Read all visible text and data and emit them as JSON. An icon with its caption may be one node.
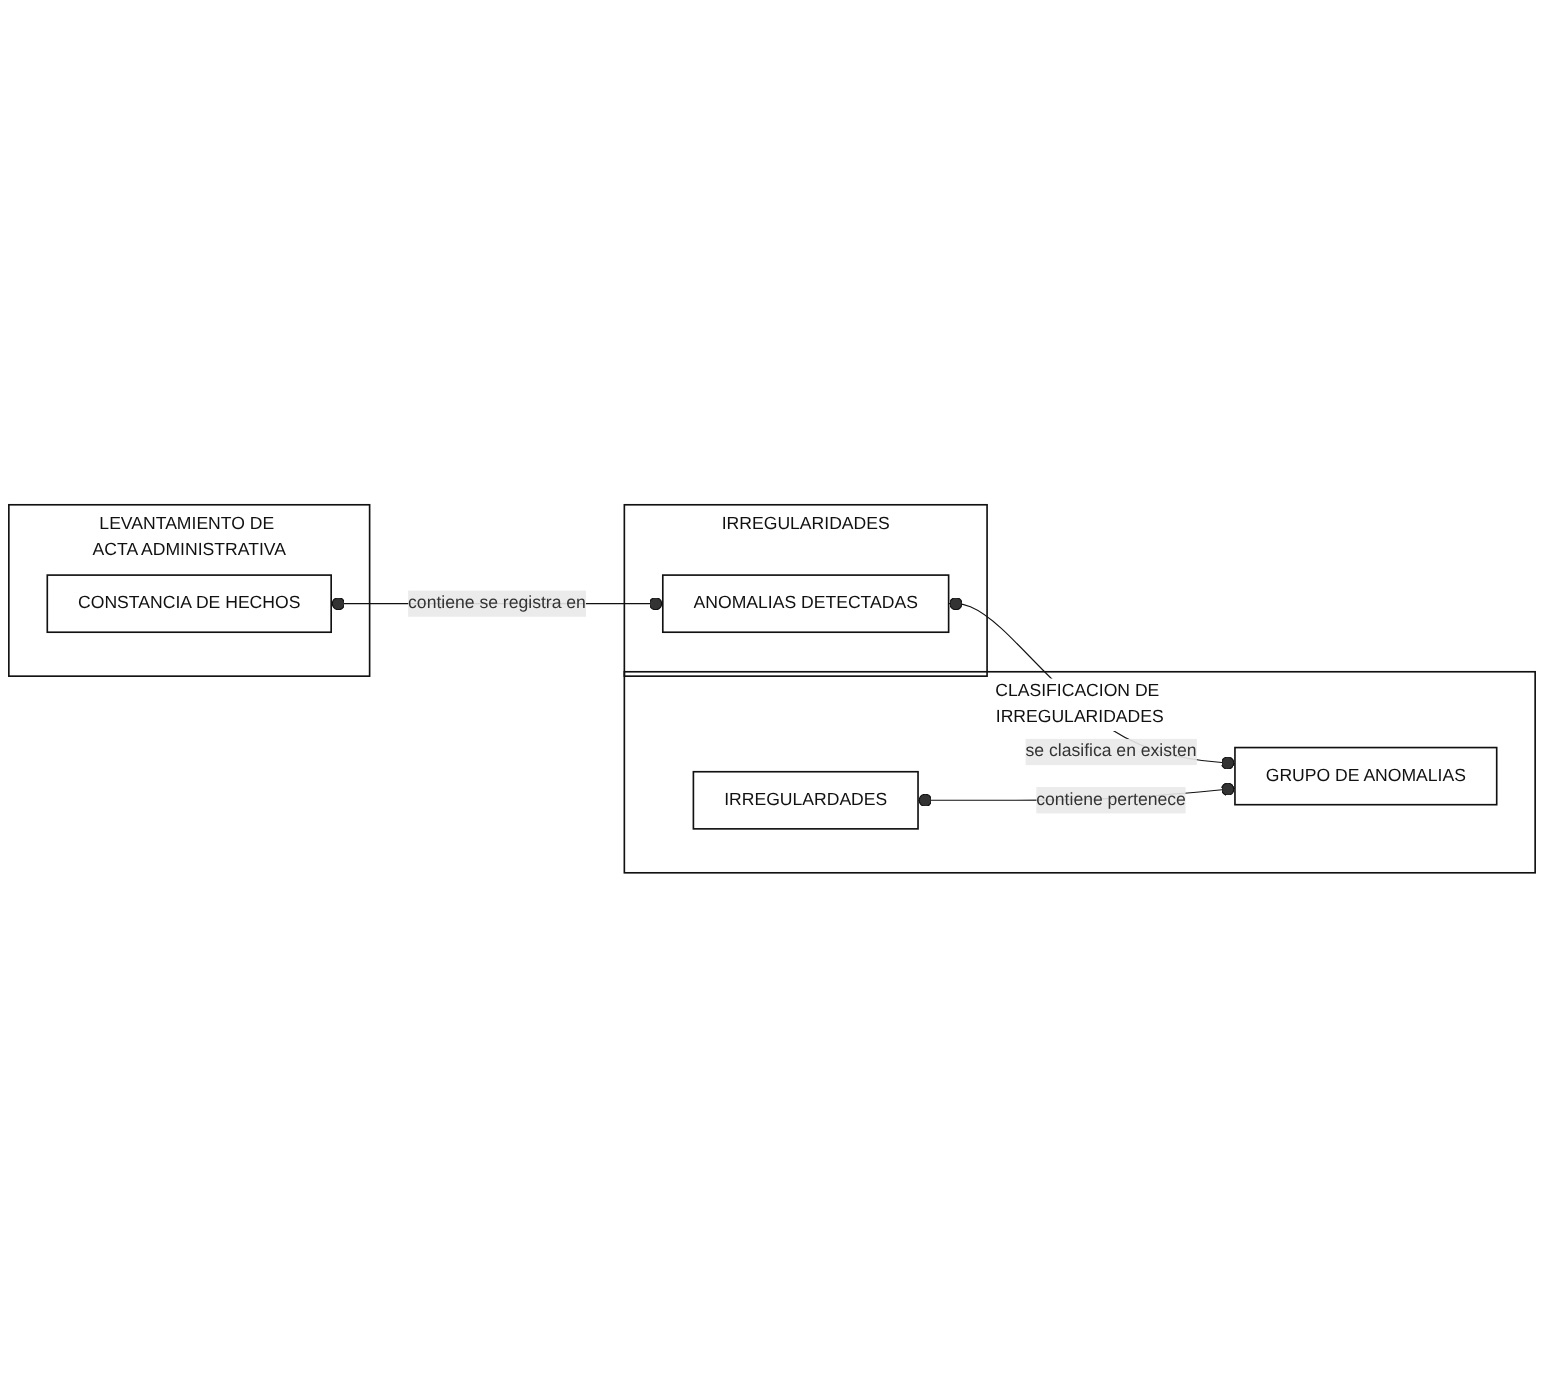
{
  "diagram": {
    "nodes": [
      {
        "text": [
          "LEVANTAMIENTO DE ACTA ADMINISTRATIVA"
        ]
      },
      {
        "text": [
          "CONSTANCIA DE HECHOS"
        ],
        "in": 0
      },
      {
        "text": [
          "IRREGULARIDADES"
        ]
      },
      {
        "text": [
          "ANOMALIAS DETECTADAS"
        ],
        "in": 2
      },
      {
        "text": [
          "CLASIFICACION DE IRREGULARIDADES"
        ]
      },
      {
        "text": [
          "IRREGULARDADES"
        ],
        "in": 4
      },
      {
        "text": [
          "GRUPO DE ANOMALIAS"
        ],
        "in": 4
      }
    ],
    "edges": [
      {
        "from": 1,
        "to": 3,
        "arrow": "other",
        "label": "contiene se registra en"
      },
      {
        "from": 3,
        "to": 6,
        "arrow": "other",
        "label": "se clasifica en existen"
      },
      {
        "from": 5,
        "to": 6,
        "arrow": "other",
        "label": "contiene pertenece"
      }
    ]
  }
}
